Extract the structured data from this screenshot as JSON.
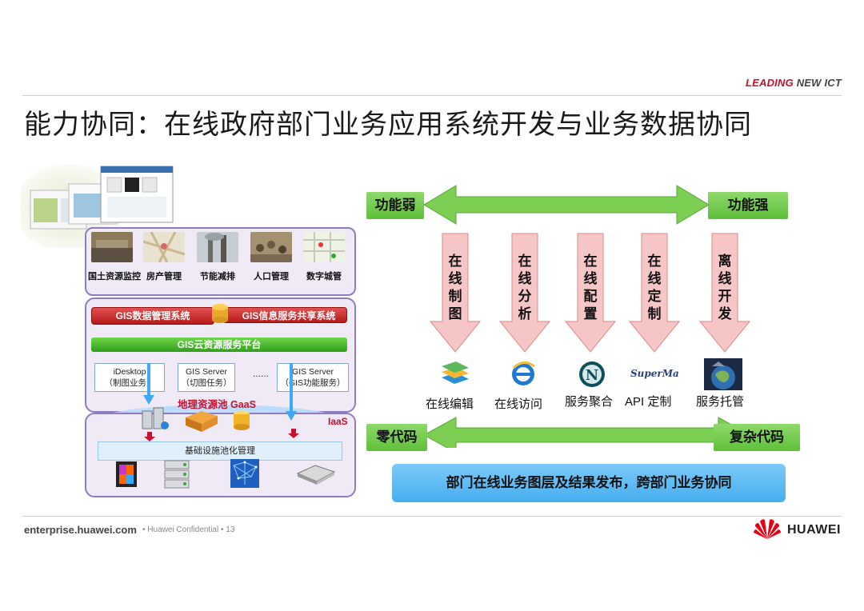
{
  "header": {
    "brand_a": "LEADING",
    "brand_b": "NEW ICT",
    "title": "能力协同：在线政府部门业务应用系统开发与业务数据协同"
  },
  "left": {
    "apps": [
      {
        "label": "国土资源监控"
      },
      {
        "label": "房产管理"
      },
      {
        "label": "节能减排"
      },
      {
        "label": "人口管理"
      },
      {
        "label": "数字城管"
      }
    ],
    "gis_data_mgmt": "GIS数据管理系统",
    "gis_info_share": "GIS信息服务共享系统",
    "gis_cloud": "GIS云资源服务平台",
    "svc_idesktop_l1": "iDesktop",
    "svc_idesktop_l2": "（制图业务）",
    "svc_server1_l1": "GIS Server",
    "svc_server1_l2": "（切图任务）",
    "svc_dots": "......",
    "svc_server2_l1": "GIS Server",
    "svc_server2_l2": "（GIS功能服务）",
    "gaas": "地理资源池 GaaS",
    "iaas": "IaaS",
    "infra": "基础设施池化管理"
  },
  "right": {
    "weak": "功能弱",
    "strong": "功能强",
    "capabilities": [
      {
        "text": "在线制图",
        "label": "在线编辑",
        "icon": "map-layers-icon"
      },
      {
        "text": "在线分析",
        "label": "在线访问",
        "icon": "browser-icon"
      },
      {
        "text": "在线配置",
        "label": "服务聚合",
        "icon": "netscape-icon"
      },
      {
        "text": "在线定制",
        "label": "API 定制",
        "icon": "supermap-logo"
      },
      {
        "text": "离线开发",
        "label": "服务托管",
        "icon": "earth-icon"
      }
    ],
    "supermap_text": "SuperMap",
    "zero_code": "零代码",
    "complex_code": "复杂代码",
    "banner": "部门在线业务图层及结果发布，跨部门业务协同"
  },
  "footer": {
    "site": "enterprise.huawei.com",
    "confidential": "•  Huawei Confidential  •  13",
    "company": "HUAWEI"
  },
  "colors": {
    "accent_red": "#c8102e",
    "arrow_green": "#7ccf52",
    "arrow_pink": "#f4b9b9",
    "banner_blue": "#46aef0",
    "frame_purple": "#8e7cc3"
  }
}
